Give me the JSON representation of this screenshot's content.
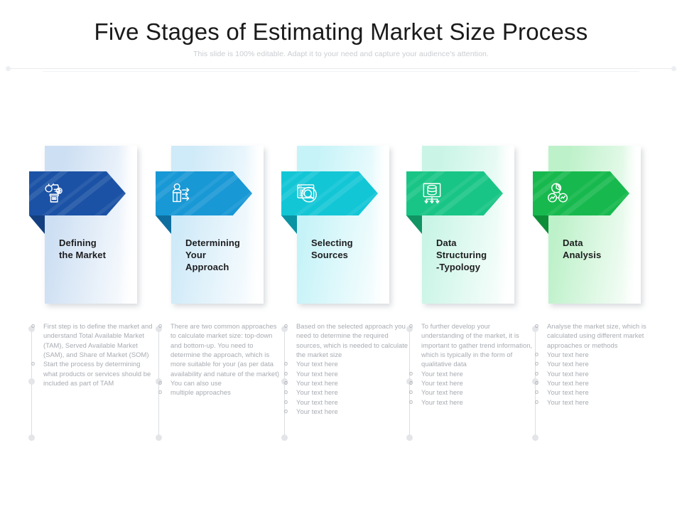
{
  "header": {
    "title": "Five Stages of Estimating Market Size Process",
    "subtitle": "This slide is 100% editable. Adapt it to your need and capture your audience's attention."
  },
  "stages": [
    {
      "id": "defining-the-market",
      "title": "Defining\nthe Market",
      "icon": "shop-cart-money-icon",
      "banner_color": "#1b52a5",
      "fold_color": "#133f80",
      "card_color": "#cddff3",
      "bullets": [
        "First step is to define the market and understand Total Available Market (TAM), Served Available Market (SAM), and Share of Market (SOM)",
        "Start the process by determining what products or services should be included as part of TAM"
      ]
    },
    {
      "id": "determining-your-approach",
      "title": "Determining\nYour\nApproach",
      "icon": "person-arrows-icon",
      "banner_color": "#1898d5",
      "fold_color": "#0f6ea0",
      "card_color": "#cfeaf8",
      "bullets": [
        "There are two common approaches to calculate market size: top-down and bottom-up. You need to determine the approach, which is more suitable for your (as per data availability and nature of the market)",
        "You can also use",
        "multiple approaches"
      ]
    },
    {
      "id": "selecting-sources",
      "title": "Selecting\nSources",
      "icon": "browser-search-icon",
      "banner_color": "#13c6d6",
      "fold_color": "#0a93a3",
      "card_color": "#c6f3f8",
      "bullets": [
        "Based on the selected approach you need to determine the required sources, which is needed to calculate the market size",
        "Your text here",
        "Your text here",
        "Your text here",
        "Your text here",
        "Your text here",
        "Your text here"
      ]
    },
    {
      "id": "data-structuring-typology",
      "title": "Data\nStructuring\n-Typology",
      "icon": "database-network-icon",
      "banner_color": "#19c586",
      "fold_color": "#109463",
      "card_color": "#caf5e6",
      "bullets": [
        "To further develop your understanding of the market, it is important to gather trend information, which is typically in the form of qualitative data",
        "Your text here",
        "Your text here",
        "Your text here",
        "Your text here"
      ]
    },
    {
      "id": "data-analysis",
      "title": "Data\nAnalysis",
      "icon": "three-charts-network-icon",
      "banner_color": "#17b94e",
      "fold_color": "#0e8d39",
      "card_color": "#bdf1c9",
      "bullets": [
        "Analyse the market size, which is calculated using different market approaches or methods",
        "Your text here",
        "Your text here",
        "Your text here",
        "Your text here",
        "Your text here",
        "Your text here"
      ]
    }
  ]
}
